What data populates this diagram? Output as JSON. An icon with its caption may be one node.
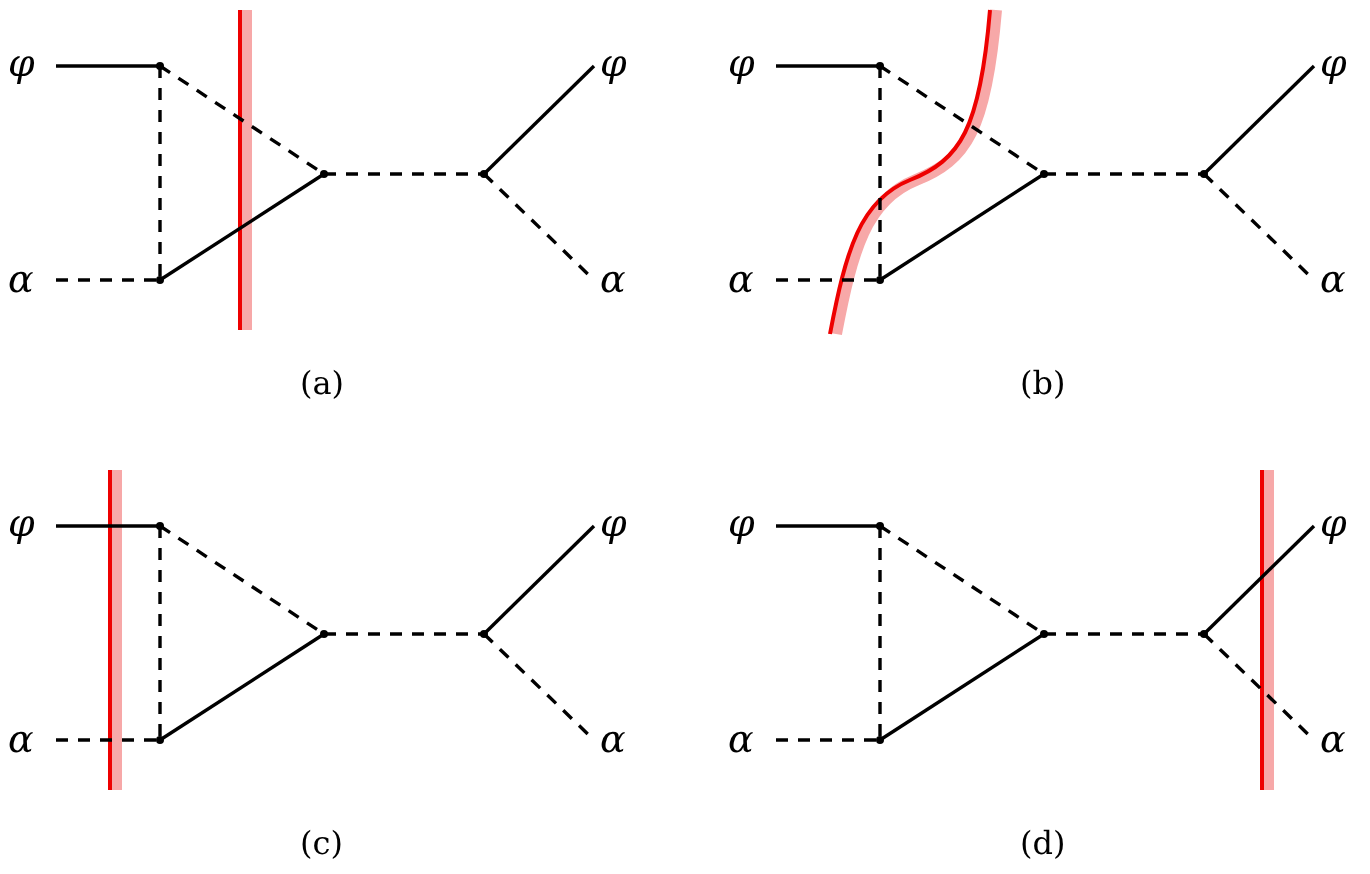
{
  "diagram": {
    "nodes": [
      {
        "text": [
          "φ"
        ]
      },
      {
        "text": [
          "α"
        ]
      },
      {
        "text": [],
        "shape": "point"
      },
      {
        "text": [],
        "shape": "point"
      },
      {
        "text": [],
        "shape": "point"
      },
      {
        "text": [],
        "shape": "point"
      },
      {
        "text": [
          "φ"
        ]
      },
      {
        "text": [
          "α"
        ]
      },
      {
        "text": [
          "φ"
        ]
      },
      {
        "text": [
          "α"
        ]
      },
      {
        "text": [],
        "shape": "point"
      },
      {
        "text": [],
        "shape": "point"
      },
      {
        "text": [],
        "shape": "point"
      },
      {
        "text": [],
        "shape": "point"
      },
      {
        "text": [
          "φ"
        ]
      },
      {
        "text": [
          "α"
        ]
      },
      {
        "text": [
          "φ"
        ]
      },
      {
        "text": [
          "α"
        ]
      },
      {
        "text": [],
        "shape": "point"
      },
      {
        "text": [],
        "shape": "point"
      },
      {
        "text": [],
        "shape": "point"
      },
      {
        "text": [],
        "shape": "point"
      },
      {
        "text": [
          "φ"
        ]
      },
      {
        "text": [
          "α"
        ]
      },
      {
        "text": [
          "φ"
        ]
      },
      {
        "text": [
          "α"
        ]
      },
      {
        "text": [],
        "shape": "point"
      },
      {
        "text": [],
        "shape": "point"
      },
      {
        "text": [],
        "shape": "point"
      },
      {
        "text": [],
        "shape": "point"
      },
      {
        "text": [
          "φ"
        ]
      },
      {
        "text": [
          "α"
        ]
      }
    ],
    "edges": [
      {
        "from": 0,
        "to": 2,
        "arrow": "none"
      },
      {
        "from": 2,
        "to": 3,
        "arrow": "none",
        "style": "dashed"
      },
      {
        "from": 2,
        "to": 4,
        "arrow": "none",
        "style": "dashed"
      },
      {
        "from": 1,
        "to": 3,
        "arrow": "none",
        "style": "dashed"
      },
      {
        "from": 3,
        "to": 4,
        "arrow": "none"
      },
      {
        "from": 4,
        "to": 5,
        "arrow": "none",
        "style": "dashed"
      },
      {
        "from": 5,
        "to": 6,
        "arrow": "none"
      },
      {
        "from": 5,
        "to": 7,
        "arrow": "none",
        "style": "dashed"
      },
      {
        "from": 8,
        "to": 10,
        "arrow": "none"
      },
      {
        "from": 10,
        "to": 11,
        "arrow": "none",
        "style": "dashed"
      },
      {
        "from": 10,
        "to": 12,
        "arrow": "none",
        "style": "dashed"
      },
      {
        "from": 9,
        "to": 11,
        "arrow": "none",
        "style": "dashed"
      },
      {
        "from": 11,
        "to": 12,
        "arrow": "none"
      },
      {
        "from": 12,
        "to": 13,
        "arrow": "none",
        "style": "dashed"
      },
      {
        "from": 13,
        "to": 14,
        "arrow": "none"
      },
      {
        "from": 13,
        "to": 15,
        "arrow": "none",
        "style": "dashed"
      },
      {
        "from": 16,
        "to": 18,
        "arrow": "none"
      },
      {
        "from": 18,
        "to": 19,
        "arrow": "none",
        "style": "dashed"
      },
      {
        "from": 18,
        "to": 20,
        "arrow": "none",
        "style": "dashed"
      },
      {
        "from": 17,
        "to": 19,
        "arrow": "none",
        "style": "dashed"
      },
      {
        "from": 19,
        "to": 20,
        "arrow": "none"
      },
      {
        "from": 20,
        "to": 21,
        "arrow": "none",
        "style": "dashed"
      },
      {
        "from": 21,
        "to": 22,
        "arrow": "none"
      },
      {
        "from": 21,
        "to": 23,
        "arrow": "none",
        "style": "dashed"
      },
      {
        "from": 24,
        "to": 26,
        "arrow": "none"
      },
      {
        "from": 26,
        "to": 27,
        "arrow": "none",
        "style": "dashed"
      },
      {
        "from": 26,
        "to": 28,
        "arrow": "none",
        "style": "dashed"
      },
      {
        "from": 25,
        "to": 27,
        "arrow": "none",
        "style": "dashed"
      },
      {
        "from": 27,
        "to": 28,
        "arrow": "none"
      },
      {
        "from": 28,
        "to": 29,
        "arrow": "none",
        "style": "dashed"
      },
      {
        "from": 29,
        "to": 30,
        "arrow": "none"
      },
      {
        "from": 29,
        "to": 31,
        "arrow": "none",
        "style": "dashed"
      }
    ],
    "labels": [
      "(a)",
      "(b)",
      "(c)",
      "(d)"
    ]
  }
}
